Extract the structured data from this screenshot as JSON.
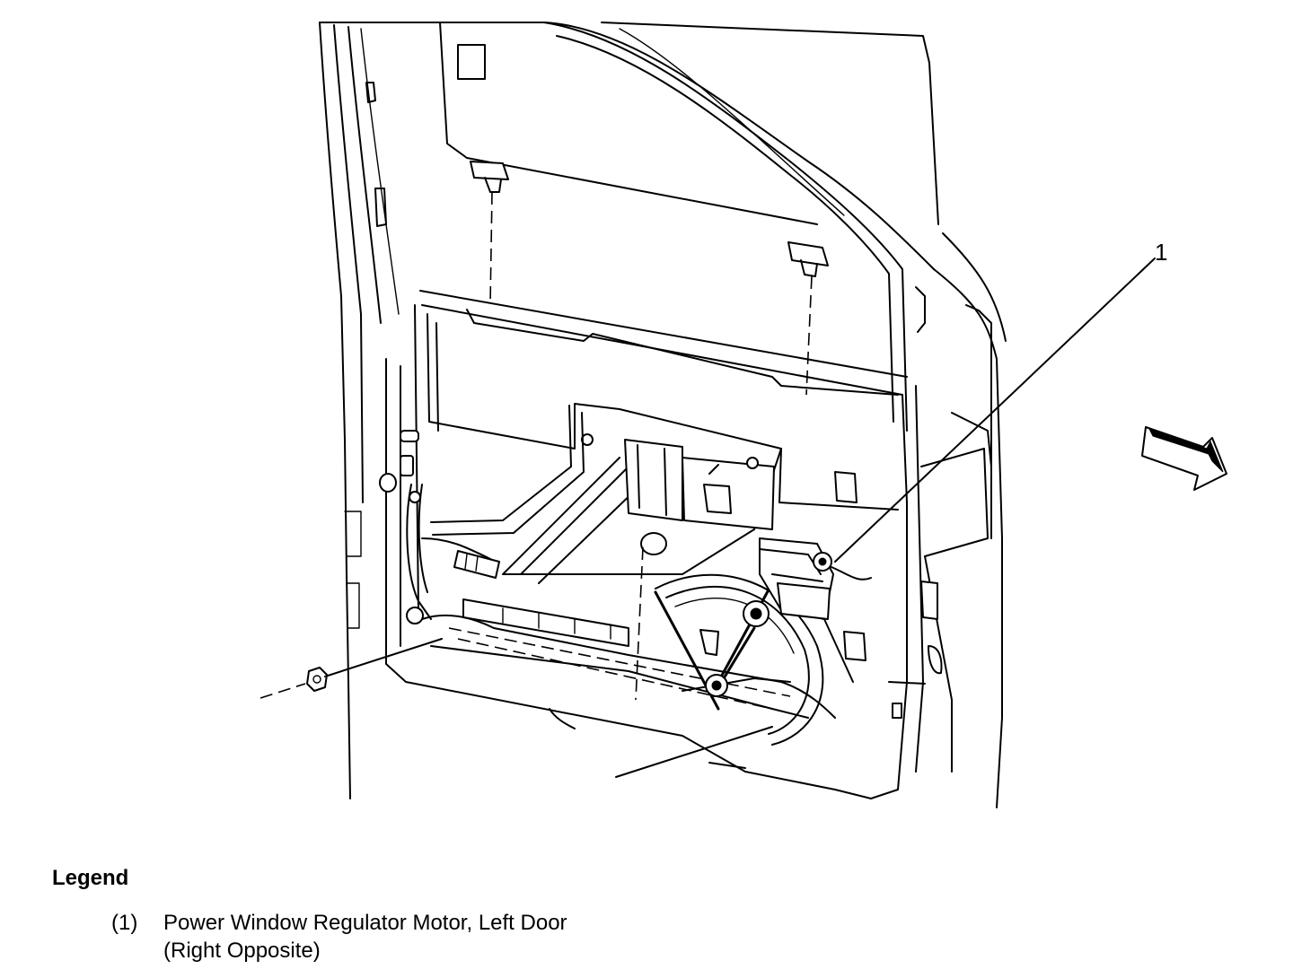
{
  "diagram": {
    "callouts": [
      {
        "number": "1"
      }
    ]
  },
  "legend": {
    "title": "Legend",
    "items": [
      {
        "number": "(1)",
        "line1": "Power Window Regulator Motor, Left Door",
        "line2": "(Right Opposite)"
      }
    ]
  }
}
